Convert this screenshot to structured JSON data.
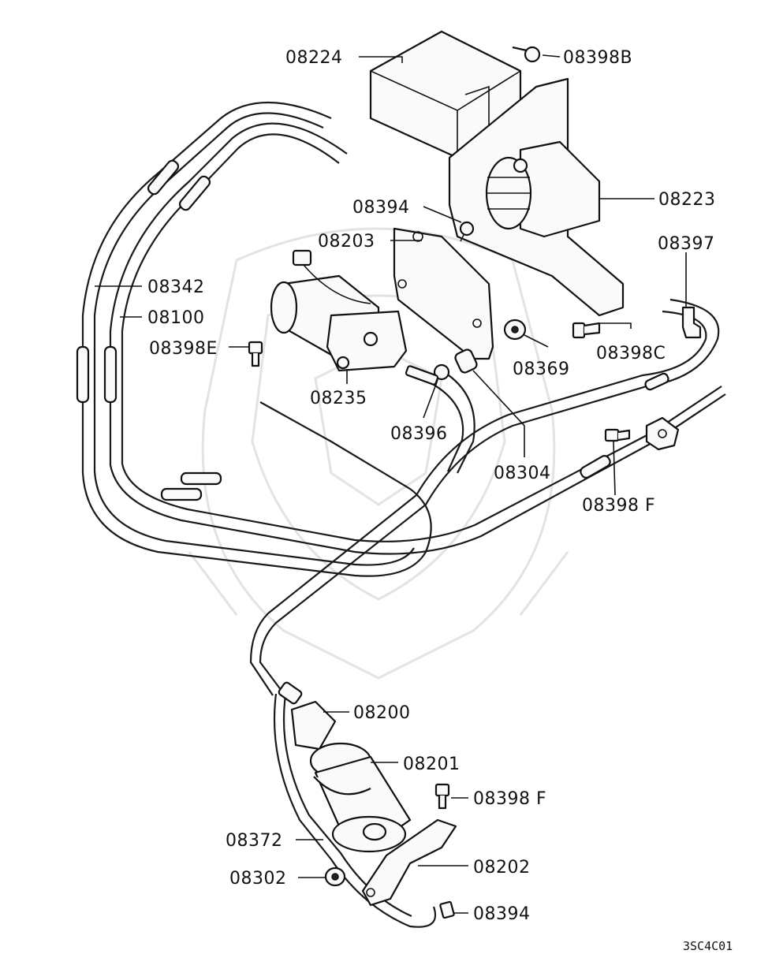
{
  "callouts": {
    "c08224": "08224",
    "c08398b": "08398B",
    "c08223": "08223",
    "c08394_top": "08394",
    "c08203": "08203",
    "c08397": "08397",
    "c08342": "08342",
    "c08100": "08100",
    "c08398e": "08398E",
    "c08235": "08235",
    "c08369": "08369",
    "c08398c": "08398C",
    "c08396": "08396",
    "c08304": "08304",
    "c08398f_mid": "08398 F",
    "c08200": "08200",
    "c08201": "08201",
    "c08398f_low": "08398 F",
    "c08372": "08372",
    "c08202": "08202",
    "c08302": "08302",
    "c08394_low": "08394"
  },
  "drawing_code": "3SC4C01"
}
